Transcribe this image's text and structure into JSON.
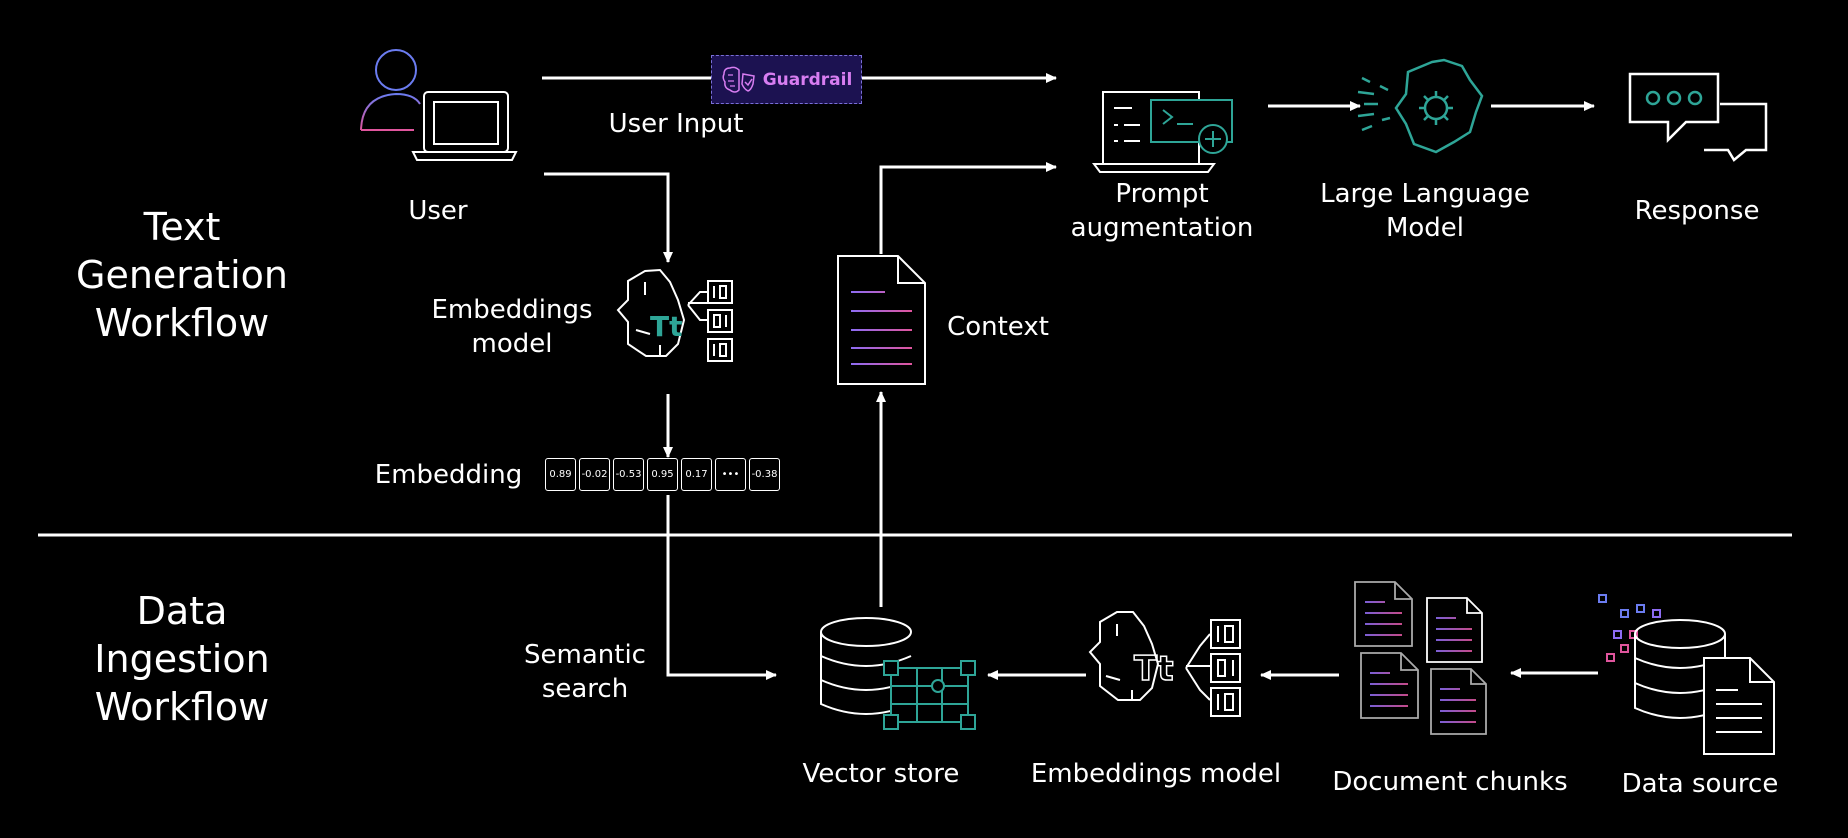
{
  "titles": {
    "text_generation": "Text\nGeneration\nWorkflow",
    "data_ingestion": "Data\nIngestion\nWorkflow"
  },
  "labels": {
    "user": "User",
    "user_input": "User Input",
    "guardrail": "Guardrail",
    "prompt_augmentation": "Prompt\naugmentation",
    "llm": "Large Language\nModel",
    "response": "Response",
    "embeddings_model_top": "Embeddings\nmodel",
    "context": "Context",
    "embedding": "Embedding",
    "semantic_search": "Semantic\nsearch",
    "vector_store": "Vector store",
    "embeddings_model_bottom": "Embeddings model",
    "document_chunks": "Document chunks",
    "data_source": "Data source",
    "tt_top": "Tt",
    "tt_bottom": "Tt"
  },
  "embedding_values": [
    "0.89",
    "-0.02",
    "-0.53",
    "0.95",
    "0.17",
    "•••",
    "-0.38"
  ],
  "colors": {
    "accent_teal": "#2ea597",
    "accent_purple": "#8d6cf3",
    "accent_pink": "#e0559d",
    "guardrail_bg": "#1c1251",
    "guardrail_text": "#d77df1"
  }
}
